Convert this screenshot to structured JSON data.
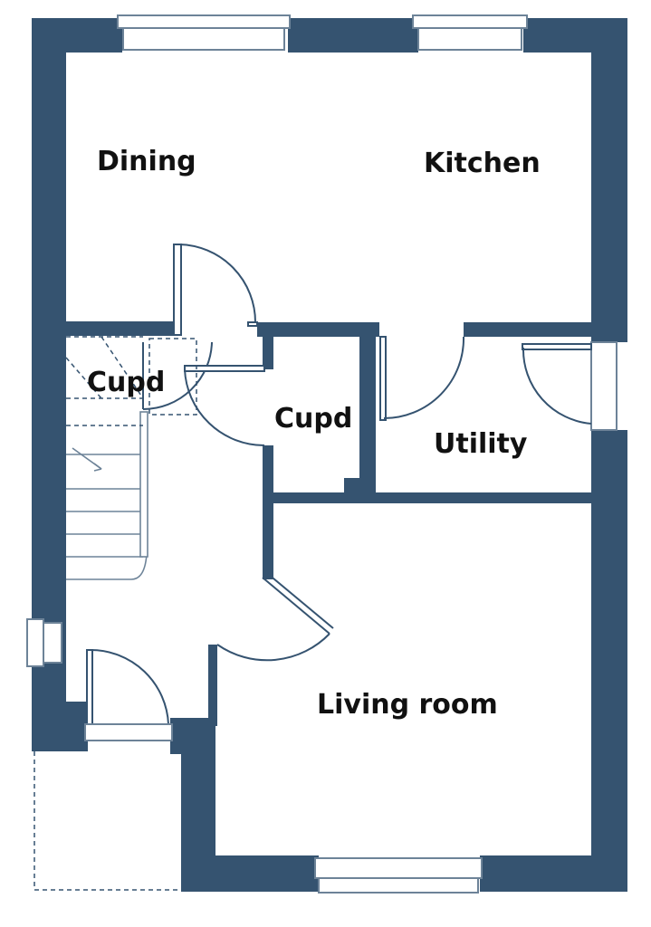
{
  "colors": {
    "wall": "#355370",
    "fixture": "#6d8398",
    "background": "#ffffff",
    "label": "#111111"
  },
  "rooms": {
    "dining": "Dining",
    "kitchen": "Kitchen",
    "cupd_stairs": "Cupd",
    "cupd_hall": "Cupd",
    "utility": "Utility",
    "living_room": "Living room"
  }
}
